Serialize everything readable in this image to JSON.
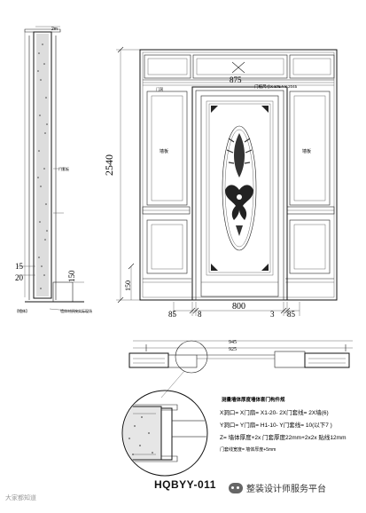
{
  "drawing": {
    "code": "HQBYY-011",
    "watermark": "整装设计师服务平台",
    "watermark2": "大家都知道"
  },
  "elevation": {
    "height_dim": "2540",
    "width_dim": "800",
    "top_dim": "875",
    "base_dim": "150",
    "left_side_dims": [
      "85",
      "8"
    ],
    "right_side_dims": [
      "3",
      "85"
    ],
    "panel_label_left": "墙板",
    "panel_label_right": "墙板",
    "transom_note": "门楣尺寸X 875 * Y 2045",
    "small_note": "门洞"
  },
  "section_left": {
    "dim_top": "2m",
    "dim_a": "15",
    "dim_b": "20",
    "dim_c": "150",
    "label_bottom": "【墙体】",
    "note_bottom": "墙体材质按实际现场",
    "note_mid": "门套板"
  },
  "plan": {
    "dim_outer": "945",
    "dim_inner": "925",
    "formula_title": "测量墙体厚度墙体套门构件规",
    "formula_x": "X洞口=  X门扇=  X1-20-   2X门套线=     2X墙(6)",
    "formula_y": "Y洞口=  Y门扇=  H1-10-   Y门套线=      10(以下7 )",
    "formula_z": "Z= 墙体厚度+2x 门套厚度22mm+2x2x 贴线12mm",
    "formula_note": "门套线宽度= 墙体厚度+5mm"
  }
}
